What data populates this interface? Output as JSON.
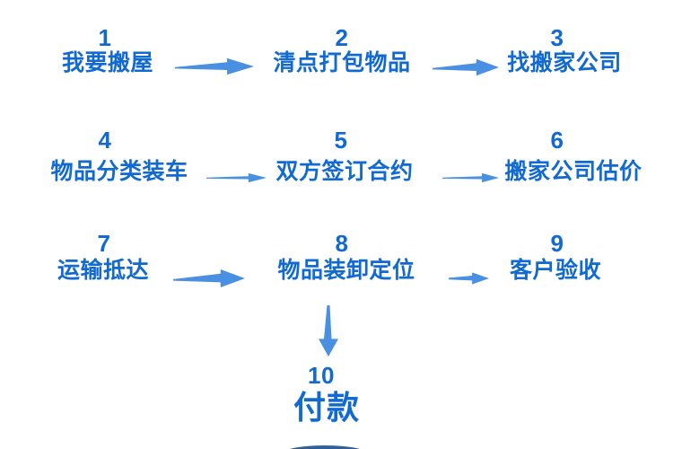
{
  "palette": {
    "text_blue": "#1169d2",
    "arrow_blue": "#4a90e2",
    "bottom_graphic_blue": "#2b5b99",
    "background": "#ffffff"
  },
  "flowchart": {
    "steps": [
      {
        "number": "1",
        "label": "我要搬屋"
      },
      {
        "number": "2",
        "label": "清点打包物品"
      },
      {
        "number": "3",
        "label": "找搬家公司"
      },
      {
        "number": "4",
        "label": "物品分类装车"
      },
      {
        "number": "5",
        "label": "双方签订合约"
      },
      {
        "number": "6",
        "label": "搬家公司估价"
      },
      {
        "number": "7",
        "label": "运输抵达"
      },
      {
        "number": "8",
        "label": "物品装卸定位"
      },
      {
        "number": "9",
        "label": "客户验收"
      },
      {
        "number": "10",
        "label": "付款"
      }
    ],
    "connections": [
      {
        "from": "1",
        "to": "2",
        "direction": "right"
      },
      {
        "from": "2",
        "to": "3",
        "direction": "right"
      },
      {
        "from": "4",
        "to": "5",
        "direction": "right"
      },
      {
        "from": "5",
        "to": "6",
        "direction": "right"
      },
      {
        "from": "7",
        "to": "8",
        "direction": "right"
      },
      {
        "from": "8",
        "to": "9",
        "direction": "right"
      },
      {
        "from": "8",
        "to": "10",
        "direction": "down"
      }
    ]
  }
}
